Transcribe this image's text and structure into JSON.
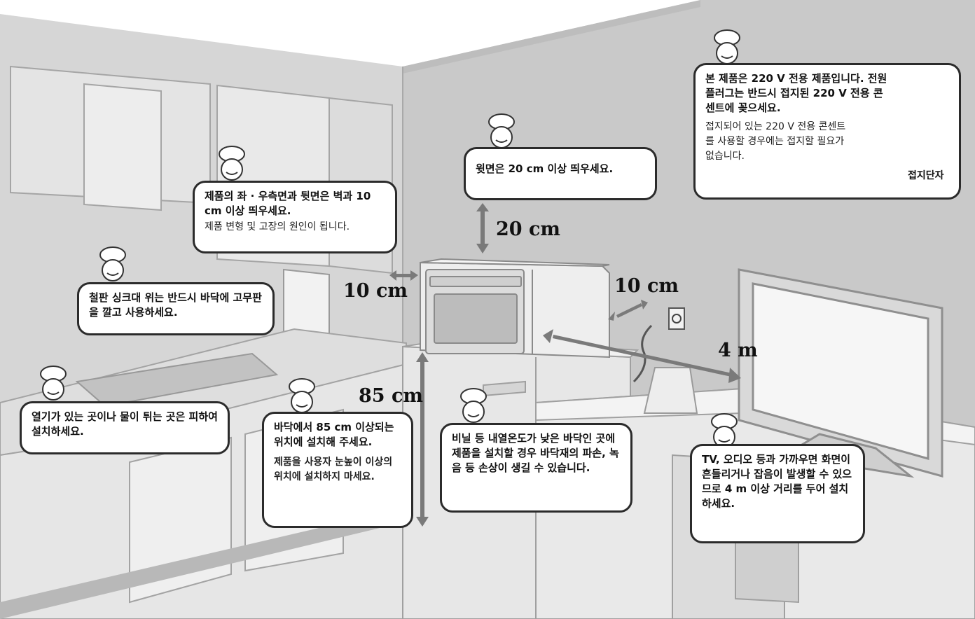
{
  "notes": {
    "top_clearance": {
      "main": "윗면은 20 cm 이상 띄우세요."
    },
    "side_clearance": {
      "main": "제품의 좌 · 우측면과 뒷면은 벽과 10 cm 이상 띄우세요.",
      "sub": "제품 변형 및 고장의 원인이 됩니다."
    },
    "power": {
      "main": "본 제품은 220 V 전용 제품입니다. 전원플러그는 반드시 접지된 220 V 전용 콘센트에 꽂으세요.",
      "sub": "접지되어 있는 220 V 전용 콘센트를 사용할 경우에는 접지할 필요가 없습니다.",
      "terminal_label": "접지단자"
    },
    "metal_sink": {
      "main": "철판 싱크대 위는 반드시 바닥에 고무판을 깔고 사용하세요."
    },
    "heat_water": {
      "main": "열기가 있는 곳이나 물이 튀는 곳은 피하여 설치하세요."
    },
    "height": {
      "main": "바닥에서 85 cm 이상되는 위치에 설치해 주세요.",
      "sub": "제품을 사용자 눈높이 이상의 위치에 설치하지 마세요."
    },
    "vinyl_floor": {
      "main": "비닐 등 내열온도가 낮은 바닥인 곳에 제품을 설치할 경우 바닥재의 파손, 녹음 등 손상이 생길 수 있습니다."
    },
    "tv_audio": {
      "main": "TV, 오디오 등과 가까우면 화면이 흔들리거나 잡음이 발생할 수 있으므로 4 m 이상 거리를 두어 설치하세요."
    }
  },
  "dimensions": {
    "top": "20 cm",
    "left": "10 cm",
    "right": "10 cm",
    "tv_distance": "4 m",
    "floor_height": "85 cm"
  },
  "colors": {
    "wall": "#c9c9c9",
    "wall_dark": "#b7b7b7",
    "line": "#8a8a8a",
    "furniture": "#e2e2e2",
    "arrow": "#7a7a7a",
    "bubble_border": "#2b2b2b"
  }
}
